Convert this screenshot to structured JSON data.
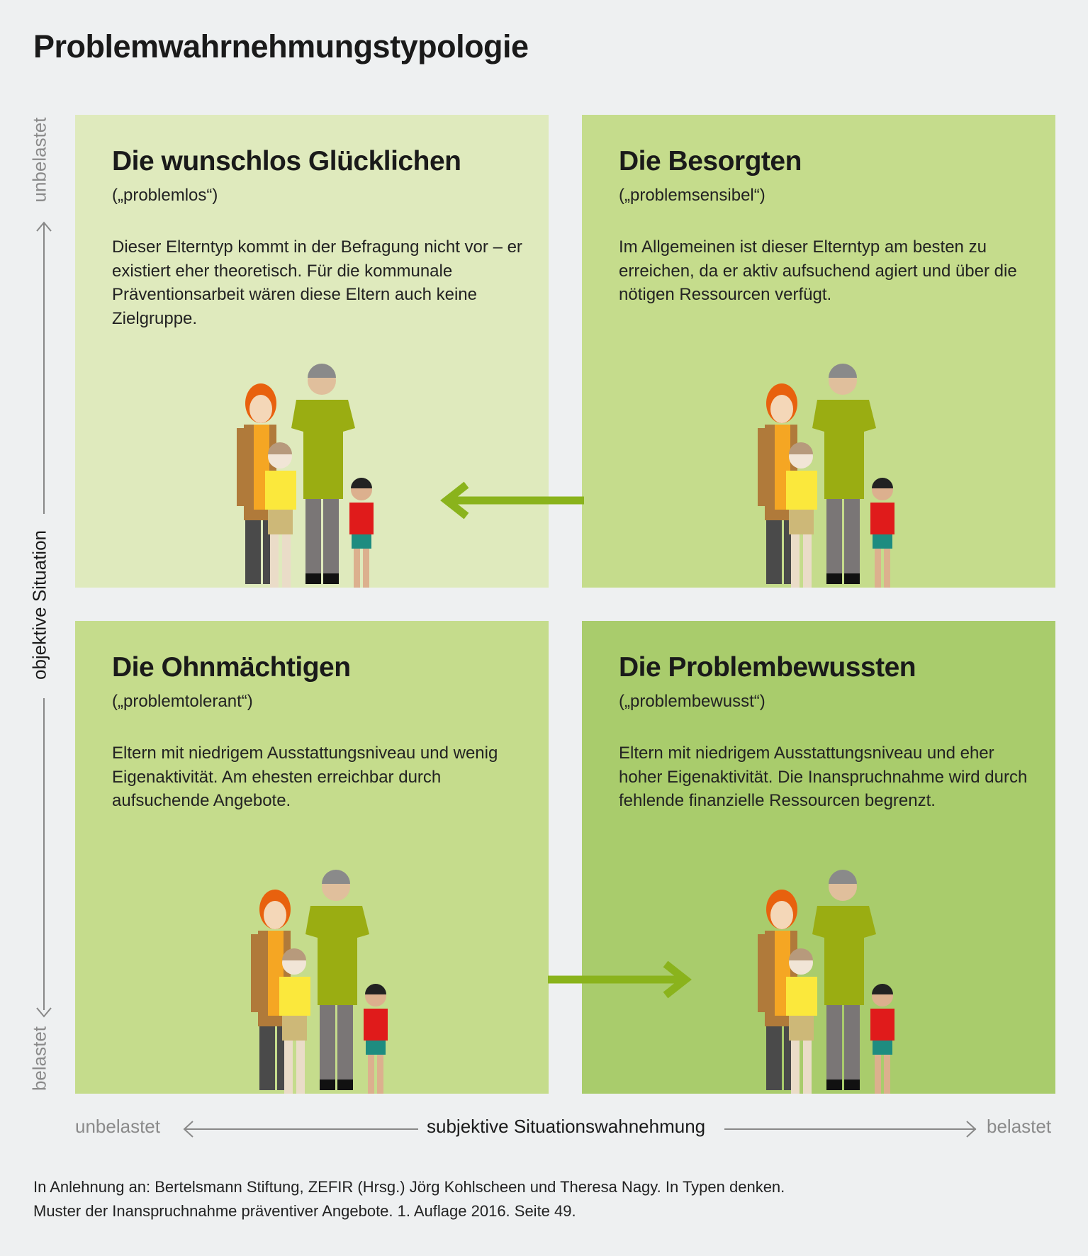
{
  "title": "Problemwahrnehmungstypologie",
  "colors": {
    "background": "#eef0f1",
    "panel_tl": "#dfeabd",
    "panel_tr": "#c5dc8c",
    "panel_bl": "#c5dc8c",
    "panel_br": "#a9cc6c",
    "arrow": "#8ab31c"
  },
  "quadrants": [
    {
      "title": "Die wunschlos Glücklichen",
      "subtitle": "(„problemlos“)",
      "text": "Dieser Elterntyp kommt in der Befragung nicht vor – er existiert eher theoretisch. Für die kommunale Präventionsarbeit wären diese Eltern auch keine Zielgruppe."
    },
    {
      "title": "Die Besorgten",
      "subtitle": "(„problemsensibel“)",
      "text": "Im Allgemeinen ist dieser Elterntyp am besten zu erreichen, da er aktiv aufsuchend agiert und über die nötigen Ressourcen verfügt."
    },
    {
      "title": "Die Ohnmächtigen",
      "subtitle": "(„problemtolerant“)",
      "text": "Eltern mit niedrigem Ausstattungsniveau und wenig Eigenaktivität. Am ehesten erreichbar durch aufsuchende Angebote."
    },
    {
      "title": "Die Problembewussten",
      "subtitle": "(„problembewusst“)",
      "text": "Eltern mit niedrigem Ausstattungsniveau und eher hoher Eigenaktivität. Die Inanspruchnahme wird durch fehlende finanzielle Ressourcen begrenzt."
    }
  ],
  "y_axis": {
    "label": "objektive Situation",
    "top": "unbelastet",
    "bottom": "belastet"
  },
  "x_axis": {
    "label": "subjektive Situationswahnehmung",
    "left": "unbelastet",
    "right": "belastet"
  },
  "source": [
    "In Anlehnung an: Bertelsmann Stiftung, ZEFIR (Hrsg.) Jörg Kohlscheen und Theresa Nagy. In Typen denken.",
    "Muster der Inanspruchnahme präventiver Angebote. 1. Auflage 2016. Seite 49."
  ]
}
